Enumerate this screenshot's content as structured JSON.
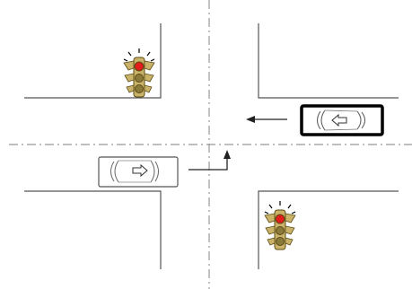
{
  "scene": {
    "type": "intersection",
    "roads": [
      "horizontal",
      "vertical"
    ],
    "center_lines": "dash-dot",
    "traffic_lights": [
      {
        "id": "traffic-light-top-left",
        "state": "red",
        "corner": "top-left"
      },
      {
        "id": "traffic-light-bottom-right",
        "state": "red",
        "corner": "bottom-right"
      }
    ],
    "cars": [
      {
        "id": "car-westbound",
        "direction": "left",
        "lane": "upper",
        "highlighted": true
      },
      {
        "id": "car-eastbound",
        "direction": "right",
        "lane": "lower",
        "highlighted": false
      }
    ],
    "arrows": [
      {
        "id": "arrow-westbound-path",
        "meaning": "straight-left"
      },
      {
        "id": "arrow-eastbound-left-turn",
        "meaning": "right-then-turn-up"
      }
    ]
  },
  "colors": {
    "road_edge": "#555555",
    "center_line": "#999999",
    "light_housing": "#c9b26a",
    "light_housing_dark": "#5c4a12",
    "red_light": "#e21b1b",
    "glow": "#000000",
    "car_outline": "#333333",
    "car_highlight": "#000000",
    "arrow": "#222222"
  }
}
